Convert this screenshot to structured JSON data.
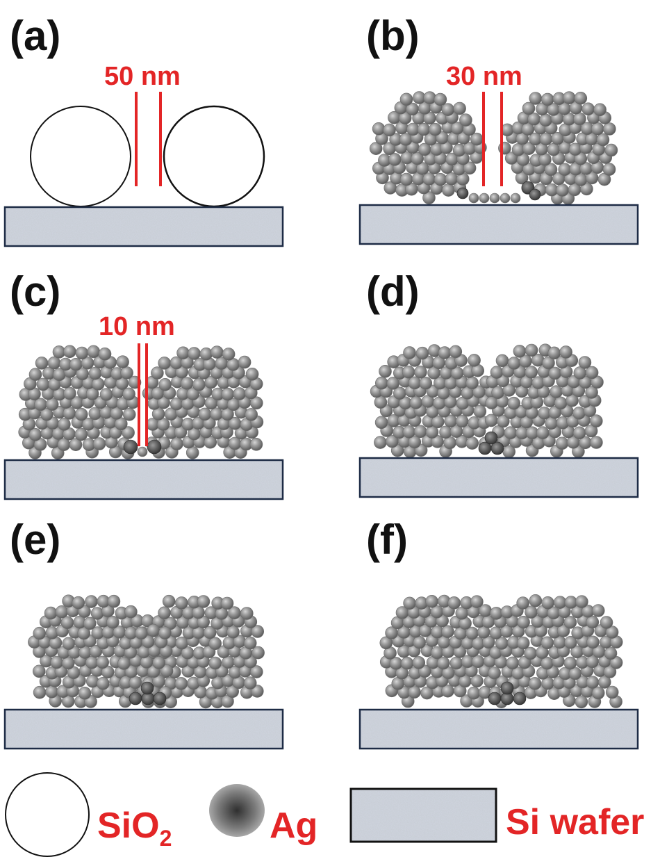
{
  "panels": [
    {
      "id": "a",
      "label": "(a)",
      "gap_label": "50 nm",
      "stage": "bare-spheres"
    },
    {
      "id": "b",
      "label": "(b)",
      "gap_label": "30 nm",
      "stage": "coated"
    },
    {
      "id": "c",
      "label": "(c)",
      "gap_label": "10 nm",
      "stage": "near-contact"
    },
    {
      "id": "d",
      "label": "(d)",
      "gap_label": "",
      "stage": "bridged"
    },
    {
      "id": "e",
      "label": "(e)",
      "gap_label": "",
      "stage": "merging"
    },
    {
      "id": "f",
      "label": "(f)",
      "gap_label": "",
      "stage": "merged"
    }
  ],
  "legend": {
    "sio2": {
      "text": "SiO",
      "sub": "2",
      "icon": "sio2-sphere-icon"
    },
    "ag": {
      "text": "Ag",
      "icon": "ag-particle-icon"
    },
    "si_wafer": {
      "text": "Si wafer",
      "icon": "si-wafer-icon"
    }
  },
  "colors": {
    "annotation_red": "#e32526",
    "wafer_border": "#1d2b45",
    "ag_particle": "#8a8a8a",
    "ag_particle_dark": "#4f4f4f",
    "outline": "#111111"
  }
}
